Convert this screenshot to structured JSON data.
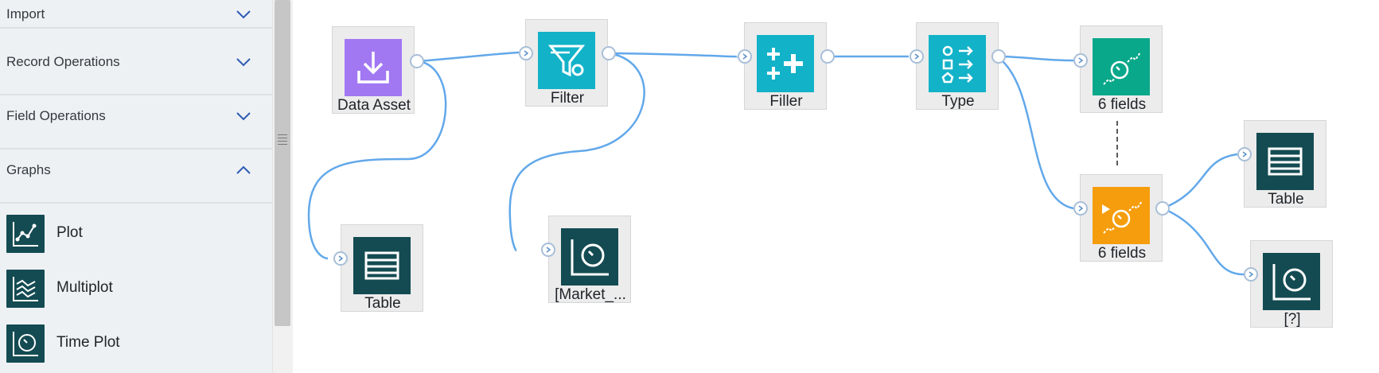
{
  "sidebar": {
    "sections": [
      {
        "label": "Import",
        "expanded": false
      },
      {
        "label": "Record Operations",
        "expanded": false
      },
      {
        "label": "Field Operations",
        "expanded": false
      },
      {
        "label": "Graphs",
        "expanded": true
      }
    ],
    "graph_items": [
      {
        "label": "Plot",
        "icon": "plot-icon"
      },
      {
        "label": "Multiplot",
        "icon": "multiplot-icon"
      },
      {
        "label": "Time Plot",
        "icon": "time-plot-icon"
      }
    ]
  },
  "canvas": {
    "nodes": [
      {
        "id": "data-asset",
        "label": "Data Asset",
        "icon": "download-icon",
        "color": "#a178f2"
      },
      {
        "id": "filter",
        "label": "Filter",
        "icon": "funnel-icon",
        "color": "#12b2c8"
      },
      {
        "id": "filler",
        "label": "Filler",
        "icon": "plus-icon",
        "color": "#12b2c8"
      },
      {
        "id": "type",
        "label": "Type",
        "icon": "type-shapes-icon",
        "color": "#12b2c8"
      },
      {
        "id": "model-1",
        "label": "6 fields",
        "icon": "model-icon",
        "color": "#0aa88a"
      },
      {
        "id": "model-2",
        "label": "6 fields",
        "icon": "model-nugget-icon",
        "color": "#f59d0c"
      },
      {
        "id": "table-1",
        "label": "Table",
        "icon": "table-icon",
        "color": "#144b52"
      },
      {
        "id": "timeplot-1",
        "label": "[Market_...",
        "icon": "time-plot-icon",
        "color": "#144b52"
      },
      {
        "id": "table-2",
        "label": "Table",
        "icon": "table-icon",
        "color": "#144b52"
      },
      {
        "id": "timeplot-2",
        "label": "[?]",
        "icon": "time-plot-icon",
        "color": "#144b52"
      }
    ],
    "wire_color": "#62a8ea",
    "port_color": "#a8bfd8"
  }
}
